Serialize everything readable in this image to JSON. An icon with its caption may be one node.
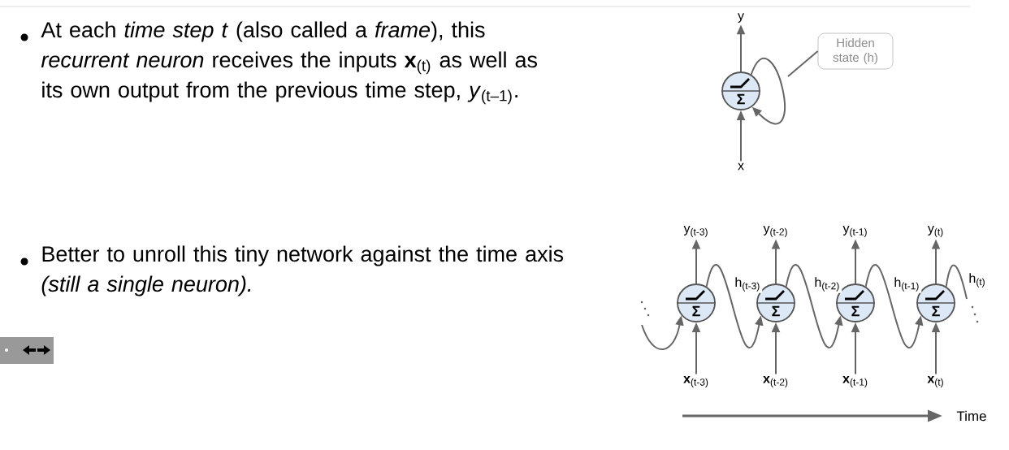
{
  "diagram": {
    "nodes": [
      {
        "text": [
          "Σ"
        ]
      },
      {
        "text": [
          "y"
        ]
      },
      {
        "text": [
          "x"
        ]
      },
      {
        "text": [
          "Hidden state (h)"
        ]
      },
      {
        "text": [
          "Σ"
        ]
      },
      {
        "text": [
          "Σ"
        ]
      },
      {
        "text": [
          "Σ"
        ]
      },
      {
        "text": [
          "Σ"
        ]
      },
      {
        "text": [
          "y$_{(t-3)}$"
        ]
      },
      {
        "text": [
          "y$_{(t-2)}$"
        ]
      },
      {
        "text": [
          "y$_{(t-1)}$"
        ]
      },
      {
        "text": [
          "y$_{(t)}$"
        ]
      },
      {
        "text": [
          "**x**$_{(t-3)}$"
        ]
      },
      {
        "text": [
          "**x**$_{(t-2)}$"
        ]
      },
      {
        "text": [
          "**x**$_{(t-1)}$"
        ]
      },
      {
        "text": [
          "**x**$_{(t)}$"
        ]
      }
    ],
    "edges": [
      {
        "from": 2,
        "to": 0,
        "arrow": "to"
      },
      {
        "from": 0,
        "to": 1,
        "arrow": "to"
      },
      {
        "from": 0,
        "to": 0,
        "arrow": "to"
      },
      {
        "from": 3,
        "to": null,
        "arrow": "none"
      },
      {
        "from": 12,
        "to": 4,
        "arrow": "to"
      },
      {
        "from": 13,
        "to": 5,
        "arrow": "to"
      },
      {
        "from": 14,
        "to": 6,
        "arrow": "to"
      },
      {
        "from": 15,
        "to": 7,
        "arrow": "to"
      },
      {
        "from": 4,
        "to": 8,
        "arrow": "to"
      },
      {
        "from": 5,
        "to": 9,
        "arrow": "to"
      },
      {
        "from": 6,
        "to": 10,
        "arrow": "to"
      },
      {
        "from": 7,
        "to": 11,
        "arrow": "to"
      },
      {
        "from": null,
        "to": 4,
        "arrow": "to"
      },
      {
        "from": 4,
        "to": 5,
        "arrow": "to",
        "label": "h$_{(t-3)}$"
      },
      {
        "from": 5,
        "to": 6,
        "arrow": "to",
        "label": "h$_{(t-2)}$"
      },
      {
        "from": 6,
        "to": 7,
        "arrow": "to",
        "label": "h$_{(t-1)}$"
      },
      {
        "from": 7,
        "to": null,
        "arrow": "none",
        "label": "h$_{(t)}$"
      }
    ],
    "labels": [
      "At each *time step t* (also called a *frame*), this *recurrent neuron* receives the inputs **x**$_{(t)}$ as well as its own output from the previous time step, *y*$_{(t–1)}$.",
      "Better to unroll this tiny network against the time axis *(still a single neuron).*",
      "Time"
    ]
  }
}
